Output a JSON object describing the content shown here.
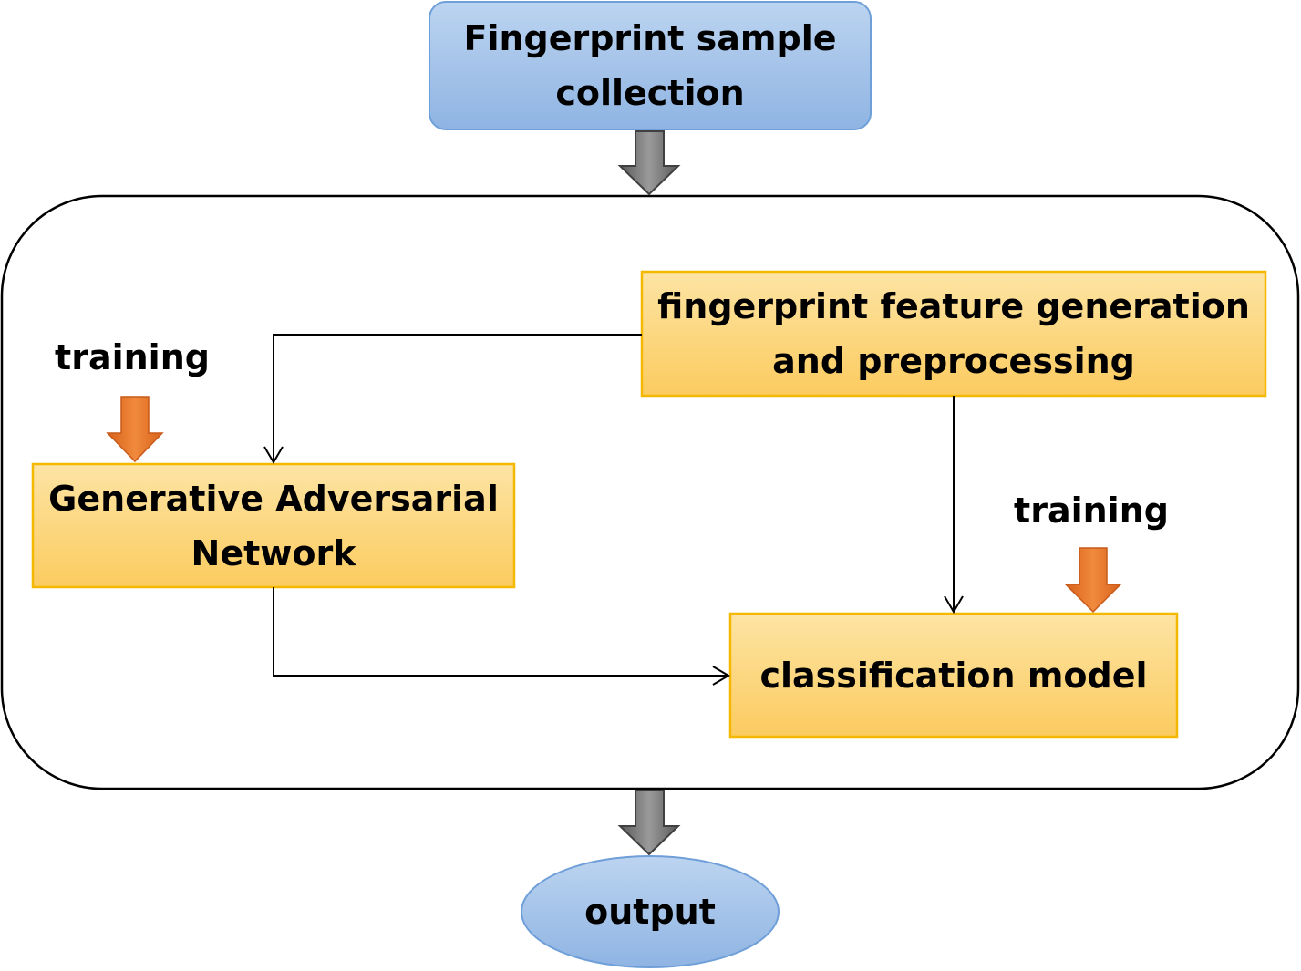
{
  "diagram": {
    "nodes": {
      "sample_collection": {
        "line1": "Fingerprint sample",
        "line2": "collection"
      },
      "feature_generation": {
        "line1": "fingerprint feature generation",
        "line2": "and preprocessing"
      },
      "gan": {
        "line1": "Generative Adversarial",
        "line2": "Network"
      },
      "classification": {
        "label": "classification model"
      },
      "output": {
        "label": "output"
      }
    },
    "annotations": {
      "training_left": "training",
      "training_right": "training"
    },
    "edges": [
      {
        "from": "sample_collection",
        "to": "processing_container"
      },
      {
        "from": "feature_generation",
        "to": "gan"
      },
      {
        "from": "feature_generation",
        "to": "classification"
      },
      {
        "from": "gan",
        "to": "classification"
      },
      {
        "from": "processing_container",
        "to": "output"
      }
    ],
    "colors": {
      "blue_fill_top": "#bcd4f0",
      "blue_fill_bottom": "#8fb4e3",
      "blue_stroke": "#6f9fd8",
      "orange_fill_top": "#fde4a4",
      "orange_fill_bottom": "#fbcb5f",
      "orange_stroke": "#f5b800",
      "training_arrow": "#e8732a",
      "flow_arrow": "#707070"
    }
  }
}
